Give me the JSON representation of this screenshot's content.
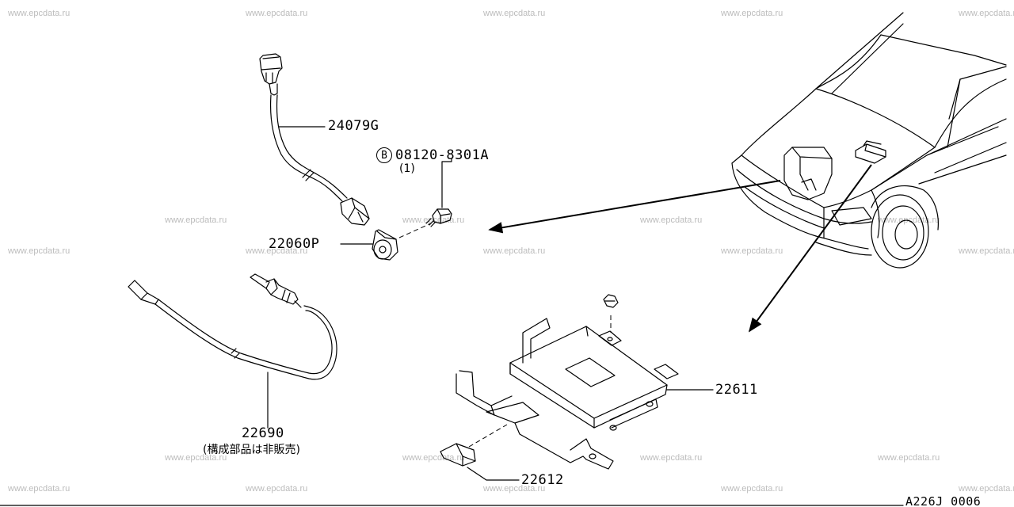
{
  "watermark": "www.epcdata.ru",
  "parts": {
    "p24079G": "24079G",
    "p08120": "08120-8301A",
    "p08120_badge": "B",
    "p08120_qty": "(1)",
    "p22060P": "22060P",
    "p22690": "22690",
    "p22690_note": "(構成部品は非販売)",
    "p22611": "22611",
    "p22612": "22612"
  },
  "diagram_id": "A226J 0006"
}
